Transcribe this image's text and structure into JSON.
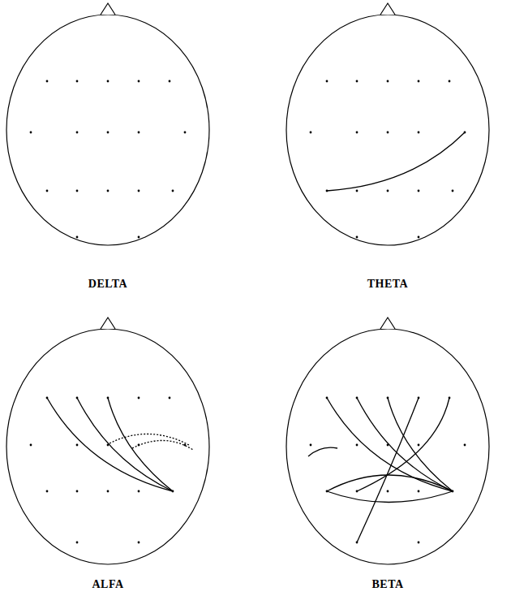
{
  "diagram": {
    "labels": [
      "DELTA",
      "THETA",
      "ALFA",
      "BETA"
    ]
  }
}
